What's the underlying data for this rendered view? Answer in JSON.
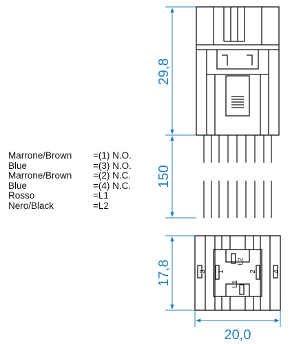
{
  "dimensions": {
    "body_height": "29,8",
    "lead_length": "150",
    "face_height": "17,8",
    "face_width": "20,0"
  },
  "legend": [
    {
      "name": "Marrone/Brown",
      "value": "=(1) N.O."
    },
    {
      "name": "Blue",
      "value": "=(3) N.O."
    },
    {
      "name": "Marrone/Brown",
      "value": "=(2) N.C."
    },
    {
      "name": "Blue",
      "value": "=(4) N.C."
    },
    {
      "name": "Rosso",
      "value": "=L1"
    },
    {
      "name": "Nero/Black",
      "value": "=L2"
    }
  ],
  "pin_labels": {
    "p1": "1",
    "p2": "2",
    "p3": "3",
    "p4": "4",
    "l1": "L1",
    "l2": "L2"
  },
  "colors": {
    "dimension": "#1f7fbf",
    "outline": "#111111"
  }
}
